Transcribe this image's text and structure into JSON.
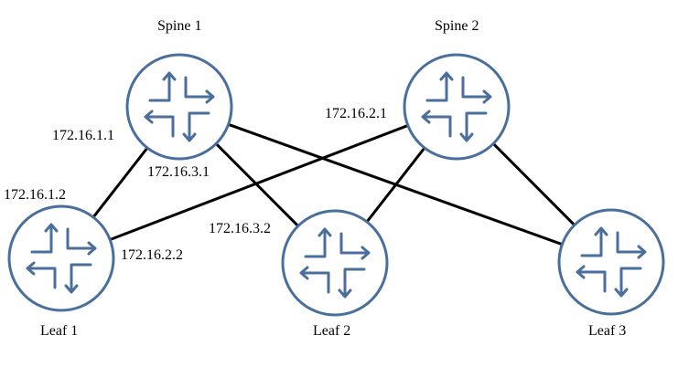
{
  "colors": {
    "router_stroke": "#4a6f9c",
    "router_fill": "#ffffff",
    "link": "#000000",
    "text": "#000000"
  },
  "icon": "router-icon",
  "nodes": {
    "spine1": {
      "name": "Spine 1"
    },
    "spine2": {
      "name": "Spine 2"
    },
    "leaf1": {
      "name": "Leaf 1"
    },
    "leaf2": {
      "name": "Leaf 2"
    },
    "leaf3": {
      "name": "Leaf 3"
    }
  },
  "links": [
    {
      "from": "spine1",
      "to": "leaf1",
      "from_ip": "172.16.1.1",
      "to_ip": "172.16.1.2"
    },
    {
      "from": "spine2",
      "to": "leaf1",
      "from_ip": "172.16.2.1",
      "to_ip": "172.16.2.2"
    },
    {
      "from": "spine1",
      "to": "leaf2",
      "from_ip": "172.16.3.1",
      "to_ip": "172.16.3.2"
    },
    {
      "from": "spine1",
      "to": "leaf3",
      "from_ip": "",
      "to_ip": ""
    },
    {
      "from": "spine2",
      "to": "leaf2",
      "from_ip": "",
      "to_ip": ""
    },
    {
      "from": "spine2",
      "to": "leaf3",
      "from_ip": "",
      "to_ip": ""
    }
  ]
}
